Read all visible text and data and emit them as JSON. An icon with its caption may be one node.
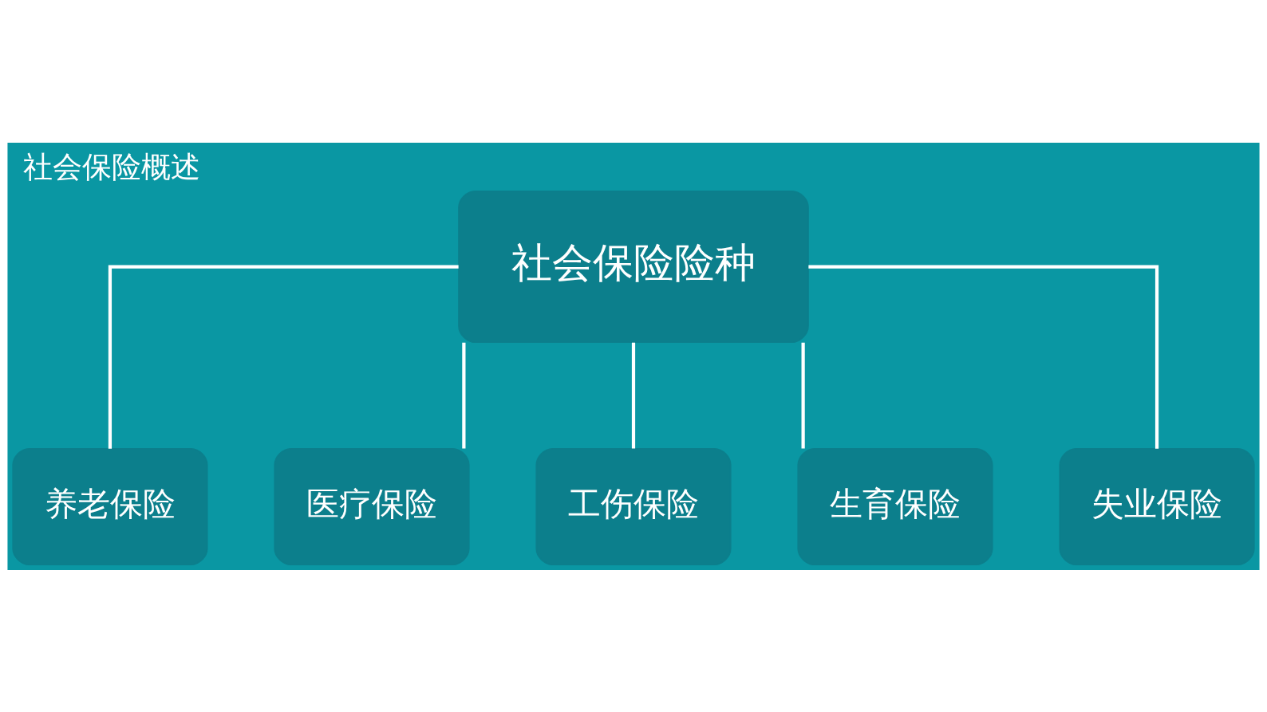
{
  "diagram": {
    "title": "社会保险概述",
    "nodes": [
      {
        "text": [
          "社会保险险种"
        ]
      },
      {
        "text": [
          "养老保险"
        ]
      },
      {
        "text": [
          "医疗保险"
        ]
      },
      {
        "text": [
          "工伤保险"
        ]
      },
      {
        "text": [
          "生育保险"
        ]
      },
      {
        "text": [
          "失业保险"
        ]
      }
    ],
    "edges": [
      {
        "from": 0,
        "to": 1,
        "arrow": "none"
      },
      {
        "from": 0,
        "to": 2,
        "arrow": "none"
      },
      {
        "from": 0,
        "to": 3,
        "arrow": "none"
      },
      {
        "from": 0,
        "to": 4,
        "arrow": "none"
      },
      {
        "from": 0,
        "to": 5,
        "arrow": "none"
      }
    ]
  }
}
